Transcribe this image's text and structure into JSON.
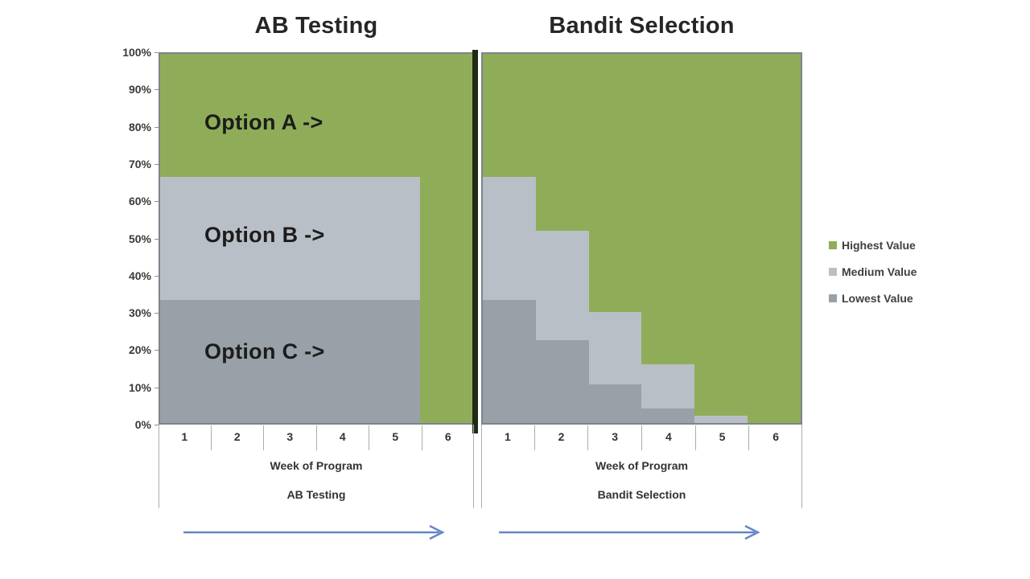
{
  "ui": {
    "left_chart_title": "AB Testing",
    "right_chart_title": "Bandit Selection",
    "y_axis_labels": [
      "100%",
      "90%",
      "80%",
      "70%",
      "60%",
      "50%",
      "40%",
      "30%",
      "20%",
      "10%",
      "0%"
    ],
    "week_labels": [
      "1",
      "2",
      "3",
      "4",
      "5",
      "6"
    ],
    "x_axis_label": "Week of Program",
    "left_group_label": "AB Testing",
    "right_group_label": "Bandit Selection",
    "annotations": {
      "option_a": "Option A ->",
      "option_b": "Option B ->",
      "option_c": "Option C ->"
    }
  },
  "legend": [
    {
      "label": "Highest Value",
      "color": "#8FAD58"
    },
    {
      "label": "Medium Value",
      "color": "#B9BFC6"
    },
    {
      "label": "Lowest Value",
      "color": "#99A0A8"
    }
  ],
  "colors": {
    "highest": "#8FAD58",
    "medium": "#B9BFC6",
    "lowest": "#99A0A8",
    "plot_border": "#7D848A",
    "divider": "#202B15",
    "axis_line": "#A9AEB2",
    "arrow_blue": "#6585C5",
    "text_dark": "#262626"
  },
  "chart_data": [
    {
      "type": "area",
      "variant": "100%-stacked-step",
      "title": "AB Testing",
      "xlabel": "Week of Program",
      "ylabel": "",
      "x": [
        1,
        2,
        3,
        4,
        5,
        6
      ],
      "x_tick_labels": [
        "1",
        "2",
        "3",
        "4",
        "5",
        "6"
      ],
      "ylim": [
        0,
        100
      ],
      "y_ticks_percent": [
        0,
        10,
        20,
        30,
        40,
        50,
        60,
        70,
        80,
        90,
        100
      ],
      "legend_position": "right",
      "grid": false,
      "series": [
        {
          "name": "Lowest Value",
          "values": [
            33.3,
            33.3,
            33.3,
            33.3,
            33.3,
            0
          ]
        },
        {
          "name": "Medium Value",
          "values": [
            33.4,
            33.4,
            33.4,
            33.4,
            33.4,
            0
          ]
        },
        {
          "name": "Highest Value",
          "values": [
            33.3,
            33.3,
            33.3,
            33.3,
            33.3,
            100
          ]
        }
      ],
      "annotations": [
        "Option A ->",
        "Option B ->",
        "Option C ->"
      ]
    },
    {
      "type": "area",
      "variant": "100%-stacked-step",
      "title": "Bandit Selection",
      "xlabel": "Week of Program",
      "ylabel": "",
      "x": [
        1,
        2,
        3,
        4,
        5,
        6
      ],
      "x_tick_labels": [
        "1",
        "2",
        "3",
        "4",
        "5",
        "6"
      ],
      "ylim": [
        0,
        100
      ],
      "y_ticks_percent": [
        0,
        10,
        20,
        30,
        40,
        50,
        60,
        70,
        80,
        90,
        100
      ],
      "legend_position": "right",
      "grid": false,
      "series": [
        {
          "name": "Lowest Value",
          "values": [
            33.3,
            22.5,
            10.5,
            4,
            0,
            0
          ]
        },
        {
          "name": "Medium Value",
          "values": [
            33.4,
            29.5,
            19.5,
            12,
            2,
            0
          ]
        },
        {
          "name": "Highest Value",
          "values": [
            33.3,
            48,
            70,
            84,
            98,
            100
          ]
        }
      ]
    }
  ]
}
